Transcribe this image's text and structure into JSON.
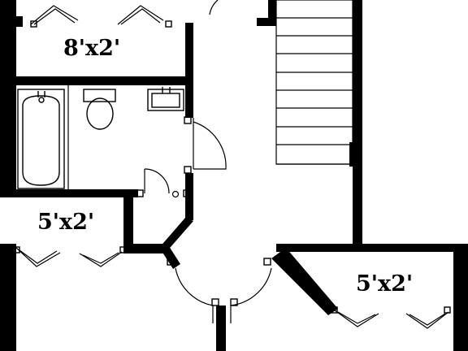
{
  "closets": {
    "top": "8'x2'",
    "left": "5'x2'",
    "right": "5'x2'"
  },
  "colors": {
    "wall": "#000000",
    "background": "#ffffff"
  }
}
